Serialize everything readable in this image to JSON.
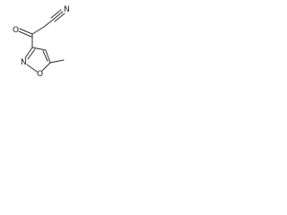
{
  "molecule": {
    "atoms": {
      "nitrile_n": "N",
      "carbonyl_o": "O",
      "ring_n": "N",
      "ring_o": "O"
    }
  },
  "colors": {
    "bond": "#2a2a2a",
    "label": "#1a1a1a",
    "background": "#ffffff"
  }
}
